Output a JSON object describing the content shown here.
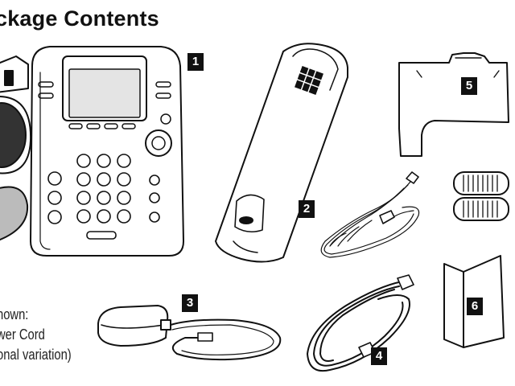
{
  "title": "ckage Contents",
  "items": [
    {
      "label": "1",
      "icon": "desk-phone-icon"
    },
    {
      "label": "2",
      "icon": "handset-icon"
    },
    {
      "label": "3",
      "icon": "power-adapter-icon"
    },
    {
      "label": "4",
      "icon": "ethernet-cable-icon"
    },
    {
      "label": "5",
      "icon": "stand-icon"
    },
    {
      "label": "6",
      "icon": "quick-start-guide-icon"
    }
  ],
  "note": {
    "line1": "hown:",
    "line2": "wer Cord",
    "line3": "onal variation)"
  }
}
